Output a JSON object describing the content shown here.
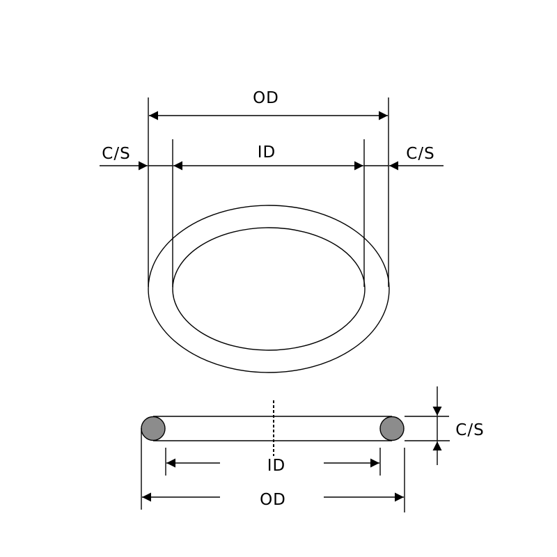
{
  "top_view": {
    "od_label": "OD",
    "id_label": "ID",
    "cs_left_label": "C/S",
    "cs_right_label": "C/S"
  },
  "side_view": {
    "cs_label": "C/S",
    "id_label": "ID",
    "od_label": "OD"
  },
  "colors": {
    "cross_section_fill": "#8c8c8c",
    "line": "#000000"
  }
}
